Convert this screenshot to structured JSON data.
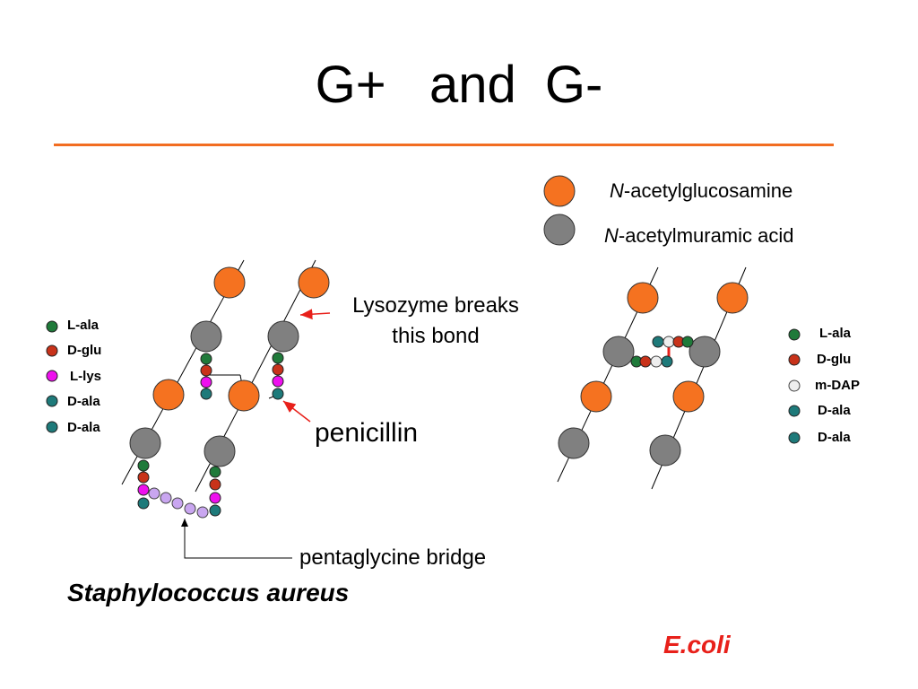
{
  "title": "G+   and  G-",
  "legend": [
    {
      "prefix": "N",
      "text": "-acetylglucosamine",
      "color": "#f57220"
    },
    {
      "prefix": "N",
      "text": "-acetylmuramic acid",
      "color": "#808080"
    }
  ],
  "gpos_key": [
    {
      "label": "L-ala",
      "color": "#1f7a3a"
    },
    {
      "label": "D-glu",
      "color": "#c8321a"
    },
    {
      "label": "L-lys",
      "color": "#ee10ee"
    },
    {
      "label": "D-ala",
      "color": "#1e7a7a"
    },
    {
      "label": "D-ala",
      "color": "#1e7a7a"
    }
  ],
  "gneg_key": [
    {
      "label": "L-ala",
      "color": "#1f7a3a"
    },
    {
      "label": "D-glu",
      "color": "#c8321a"
    },
    {
      "label": "m-DAP",
      "color": "#e8e8e8"
    },
    {
      "label": "D-ala",
      "color": "#1e7a7a"
    },
    {
      "label": "D-ala",
      "color": "#1e7a7a"
    }
  ],
  "annotations": {
    "lysozyme_line1": "Lysozyme breaks",
    "lysozyme_line2": "this bond",
    "penicillin": "penicillin",
    "pentaglycine": "pentaglycine bridge"
  },
  "species": {
    "gpos": "Staphylococcus aureus",
    "gneg": "E.coli"
  },
  "colors": {
    "accent": "#f26d21",
    "nag": "#f57220",
    "nam": "#808080",
    "glycine": "#c9a6f0",
    "arrow": "#e8201a",
    "species_gneg": "#e8201a"
  }
}
